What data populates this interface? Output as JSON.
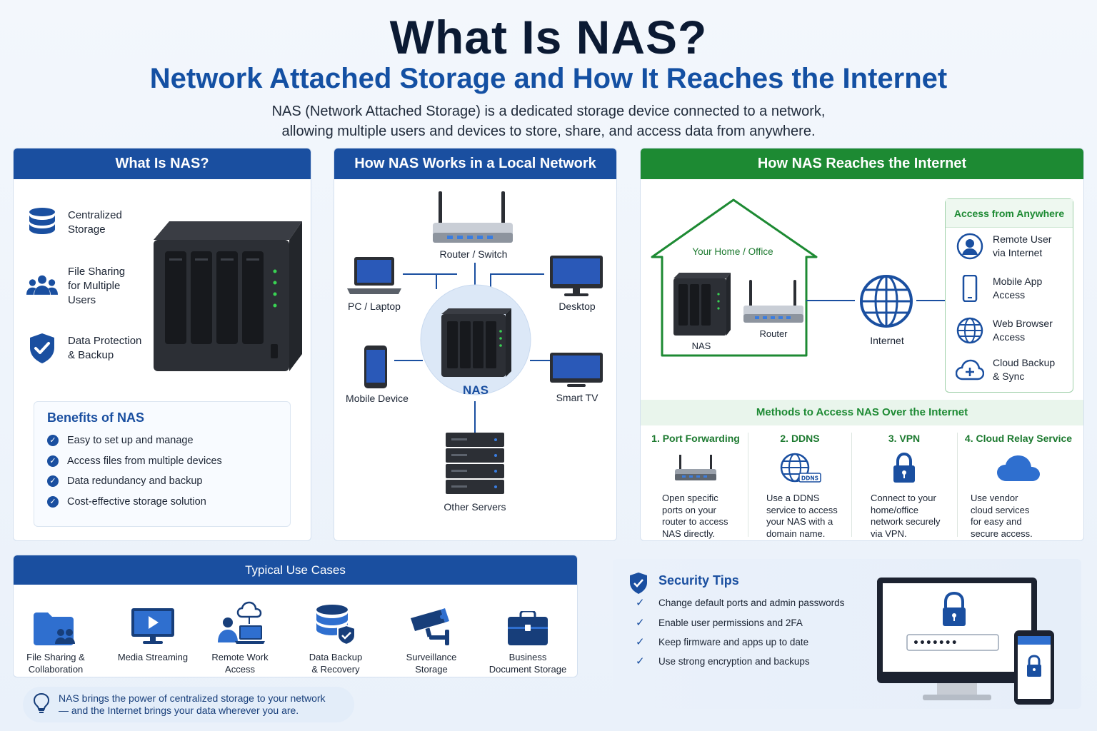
{
  "header": {
    "title": "What Is NAS?",
    "subtitle": "Network Attached Storage and How It Reaches the Internet",
    "intro_line1": "NAS (Network Attached Storage) is a dedicated storage device connected to a network,",
    "intro_line2": "allowing multiple users and devices to store, share, and access data from anywhere."
  },
  "what_is_nas": {
    "heading": "What Is NAS?",
    "features": [
      {
        "icon": "database-icon",
        "line1": "Centralized",
        "line2": "Storage",
        "line3": ""
      },
      {
        "icon": "users-icon",
        "line1": "File Sharing",
        "line2": "for Multiple",
        "line3": "Users"
      },
      {
        "icon": "shield-check-icon",
        "line1": "Data Protection",
        "line2": "& Backup",
        "line3": ""
      }
    ],
    "benefits_title": "Benefits of NAS",
    "benefits": [
      "Easy to set up and manage",
      "Access files from multiple devices",
      "Data redundancy and backup",
      "Cost-effective storage solution"
    ]
  },
  "local_network": {
    "heading": "How NAS Works in a Local Network",
    "router": "Router / Switch",
    "laptop": "PC / Laptop",
    "desktop": "Desktop",
    "mobile": "Mobile Device",
    "tv": "Smart TV",
    "nas": "NAS",
    "servers": "Other Servers"
  },
  "internet": {
    "heading": "How NAS Reaches the Internet",
    "home_label": "Your Home / Office",
    "nas_label": "NAS",
    "router_label": "Router",
    "internet_label": "Internet",
    "access_title": "Access from Anywhere",
    "access_items": [
      {
        "icon": "user-icon",
        "line1": "Remote User",
        "line2": "via Internet"
      },
      {
        "icon": "smartphone-icon",
        "line1": "Mobile App",
        "line2": "Access"
      },
      {
        "icon": "globe-icon",
        "line1": "Web Browser",
        "line2": "Access"
      },
      {
        "icon": "cloud-plus-icon",
        "line1": "Cloud Backup",
        "line2": "& Sync"
      }
    ],
    "methods_title": "Methods to Access NAS Over the Internet",
    "methods": [
      {
        "title": "1. Port Forwarding",
        "icon": "router-icon",
        "desc": [
          "Open specific",
          "ports on your",
          "router to access",
          "NAS directly."
        ]
      },
      {
        "title": "2. DDNS",
        "icon": "ddns-globe-icon",
        "badge": "DDNS",
        "desc": [
          "Use a DDNS",
          "service to access",
          "your NAS with a",
          "domain name."
        ]
      },
      {
        "title": "3. VPN",
        "icon": "lock-icon",
        "desc": [
          "Connect to your",
          "home/office",
          "network securely",
          "via VPN."
        ]
      },
      {
        "title": "4. Cloud Relay Service",
        "icon": "cloud-icon",
        "desc": [
          "Use vendor",
          "cloud services",
          "for easy  and",
          "secure access."
        ]
      }
    ]
  },
  "use_cases": {
    "heading": "Typical Use Cases",
    "items": [
      {
        "icon": "folder-users-icon",
        "line1": "File Sharing &",
        "line2": "Collaboration"
      },
      {
        "icon": "monitor-play-icon",
        "line1": "Media Streaming",
        "line2": ""
      },
      {
        "icon": "remote-work-icon",
        "line1": "Remote Work",
        "line2": "Access"
      },
      {
        "icon": "database-shield-icon",
        "line1": "Data Backup",
        "line2": "& Recovery"
      },
      {
        "icon": "cctv-camera-icon",
        "line1": "Surveillance",
        "line2": "Storage"
      },
      {
        "icon": "briefcase-icon",
        "line1": "Business",
        "line2": "Document Storage"
      }
    ]
  },
  "tip": {
    "icon": "lightbulb-icon",
    "line1": "NAS brings the power of centralized storage to your network",
    "line2": "— and the Internet brings your data wherever you are."
  },
  "security": {
    "title": "Security Tips",
    "tips": [
      "Change default ports and admin passwords",
      "Enable user permissions and 2FA",
      "Keep firmware and apps up to date",
      "Use strong encryption and backups"
    ],
    "password_mask": "•••••••"
  },
  "colors": {
    "blue": "#1a4fa0",
    "green": "#1d8a33",
    "title": "#0b1a33"
  }
}
